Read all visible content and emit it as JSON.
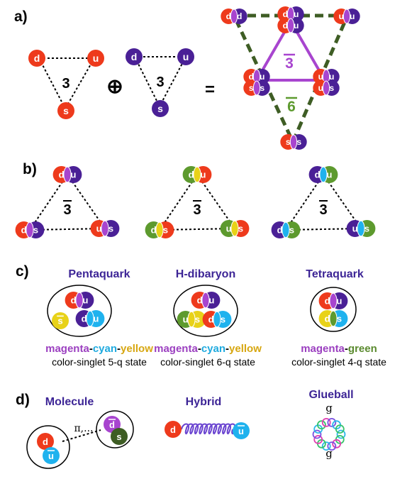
{
  "panels": {
    "a": {
      "label": "a)",
      "irrep_left": "3",
      "op_plus": "⊕",
      "irrep_right": "3",
      "op_eq": "=",
      "result_antitriplet": "3",
      "result_sextet": "6",
      "quarks_left": {
        "top_left": "d",
        "top_right": "u",
        "bottom": "s"
      },
      "quarks_right": {
        "top_left": "d",
        "top_right": "u",
        "bottom": "s"
      }
    },
    "b": {
      "label": "b)",
      "irrep": "3",
      "diquarks": {
        "top": "du",
        "left": "ds",
        "right": "us"
      }
    },
    "c": {
      "label": "c)",
      "items": [
        {
          "title": "Pentaquark",
          "color_words": [
            "magenta",
            "cyan",
            "yellow"
          ],
          "desc": "color-singlet 5-q state"
        },
        {
          "title": "H-dibaryon",
          "color_words": [
            "magenta",
            "cyan",
            "yellow"
          ],
          "desc": "color-singlet 6-q state"
        },
        {
          "title": "Tetraquark",
          "color_words": [
            "magenta",
            "green"
          ],
          "desc": "color-singlet 4-q state"
        }
      ],
      "dash": "-"
    },
    "d": {
      "label": "d)",
      "items": [
        {
          "title": "Molecule",
          "exchange": "π,..."
        },
        {
          "title": "Hybrid"
        },
        {
          "title": "Glueball",
          "gluon_top": "g",
          "gluon_bottom": "g"
        }
      ]
    }
  },
  "colors": {
    "red": "#ee3a1c",
    "indigo": "#4a2096",
    "magenta": "#a845cf",
    "cyan": "#1fb2ee",
    "yellow": "#e8d218",
    "green": "#5d9a2e",
    "darkgreen": "#3e5d24",
    "title": "#3d2596",
    "word_magenta": "#9b3fc0",
    "word_cyan": "#1faadf",
    "word_yellow": "#d7a712",
    "word_green": "#5a8a2e"
  }
}
